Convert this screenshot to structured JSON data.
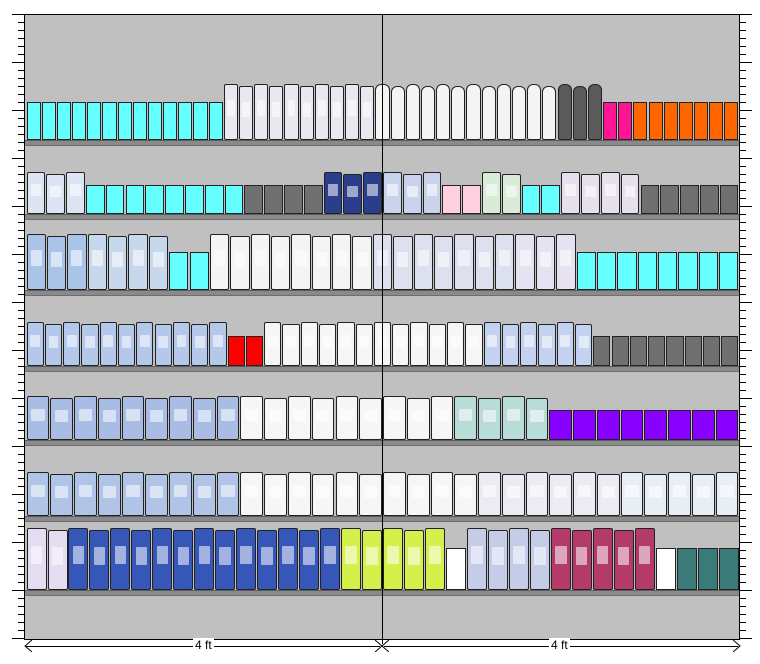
{
  "planogram": {
    "bays": [
      {
        "width_label": "4 ft"
      },
      {
        "width_label": "4 ft"
      }
    ],
    "colors": {
      "background": "#c0c0c0",
      "shelf": "#8a8a8a",
      "placeholder_cyan": "#66ffff",
      "placeholder_gray": "#707070",
      "placeholder_pink": "#ff1493",
      "placeholder_orange": "#ff6600",
      "placeholder_red": "#ff0000",
      "placeholder_purple": "#8800ff",
      "placeholder_teal": "#3a7a78",
      "placeholder_lightpink": "#ffd0e0"
    },
    "shelves": [
      {
        "segments": [
          {
            "kind": "block",
            "color": "#66ffff",
            "count": 13
          },
          {
            "kind": "bottle",
            "color": "#e8e8f0",
            "count": 10
          },
          {
            "kind": "spray",
            "color": "#f4f4f4",
            "count": 12
          },
          {
            "kind": "spray",
            "color": "#5a5a5a",
            "count": 3
          },
          {
            "kind": "block",
            "color": "#ff1493",
            "count": 2
          },
          {
            "kind": "block",
            "color": "#ff6600",
            "count": 7
          }
        ]
      },
      {
        "segments": [
          {
            "kind": "bottle",
            "color": "#dde4f4",
            "count": 3
          },
          {
            "kind": "block",
            "color": "#66ffff",
            "count": 8
          },
          {
            "kind": "block",
            "color": "#707070",
            "count": 4
          },
          {
            "kind": "bottle",
            "color": "#2a3e8c",
            "count": 3
          },
          {
            "kind": "bottle",
            "color": "#c9d4ec",
            "count": 3
          },
          {
            "kind": "block",
            "color": "#ffd0e0",
            "count": 2
          },
          {
            "kind": "bottle",
            "color": "#d8ecd8",
            "count": 2
          },
          {
            "kind": "block",
            "color": "#66ffff",
            "count": 2
          },
          {
            "kind": "bottle",
            "color": "#e6e0ee",
            "count": 4
          },
          {
            "kind": "block",
            "color": "#707070",
            "count": 5
          }
        ]
      },
      {
        "segments": [
          {
            "kind": "bottle",
            "color": "#aac4e8",
            "count": 3
          },
          {
            "kind": "bottle",
            "color": "#c8d8ec",
            "count": 4
          },
          {
            "kind": "block",
            "color": "#66ffff",
            "count": 2
          },
          {
            "kind": "bottle",
            "color": "#f4f4f4",
            "count": 8
          },
          {
            "kind": "bottle",
            "color": "#dde0ee",
            "count": 7
          },
          {
            "kind": "bottle",
            "color": "#e6e2f2",
            "count": 3
          },
          {
            "kind": "block",
            "color": "#66ffff",
            "count": 8
          }
        ]
      },
      {
        "segments": [
          {
            "kind": "bottle",
            "color": "#b4c8ec",
            "count": 11
          },
          {
            "kind": "block",
            "color": "#ff0000",
            "count": 2
          },
          {
            "kind": "bottle",
            "color": "#f6f6f6",
            "count": 12
          },
          {
            "kind": "bottle",
            "color": "#c2d2f0",
            "count": 6
          },
          {
            "kind": "block",
            "color": "#707070",
            "count": 8
          }
        ]
      },
      {
        "segments": [
          {
            "kind": "bottle",
            "color": "#a8bce4",
            "count": 9
          },
          {
            "kind": "bottle",
            "color": "#f6f6f6",
            "count": 9
          },
          {
            "kind": "bottle",
            "color": "#b8dcd8",
            "count": 4
          },
          {
            "kind": "block",
            "color": "#8800ff",
            "count": 8
          }
        ]
      },
      {
        "segments": [
          {
            "kind": "bottle",
            "color": "#b0c4e8",
            "count": 9
          },
          {
            "kind": "bottle",
            "color": "#f6f6f6",
            "count": 10
          },
          {
            "kind": "bottle",
            "color": "#eeeaf4",
            "count": 6
          },
          {
            "kind": "bottle",
            "color": "#e8eef6",
            "count": 5
          }
        ]
      },
      {
        "segments": [
          {
            "kind": "bottle",
            "color": "#e4dcf0",
            "count": 2
          },
          {
            "kind": "bottle",
            "color": "#3656b8",
            "count": 13
          },
          {
            "kind": "bottle",
            "color": "#d4f04a",
            "count": 5
          },
          {
            "kind": "block",
            "color": "#ffffff",
            "count": 1
          },
          {
            "kind": "bottle",
            "color": "#c4cce8",
            "count": 4
          },
          {
            "kind": "bottle",
            "color": "#b43a6a",
            "count": 5
          },
          {
            "kind": "block",
            "color": "#ffffff",
            "count": 1
          },
          {
            "kind": "block",
            "color": "#3a7a78",
            "count": 3
          }
        ]
      }
    ]
  }
}
